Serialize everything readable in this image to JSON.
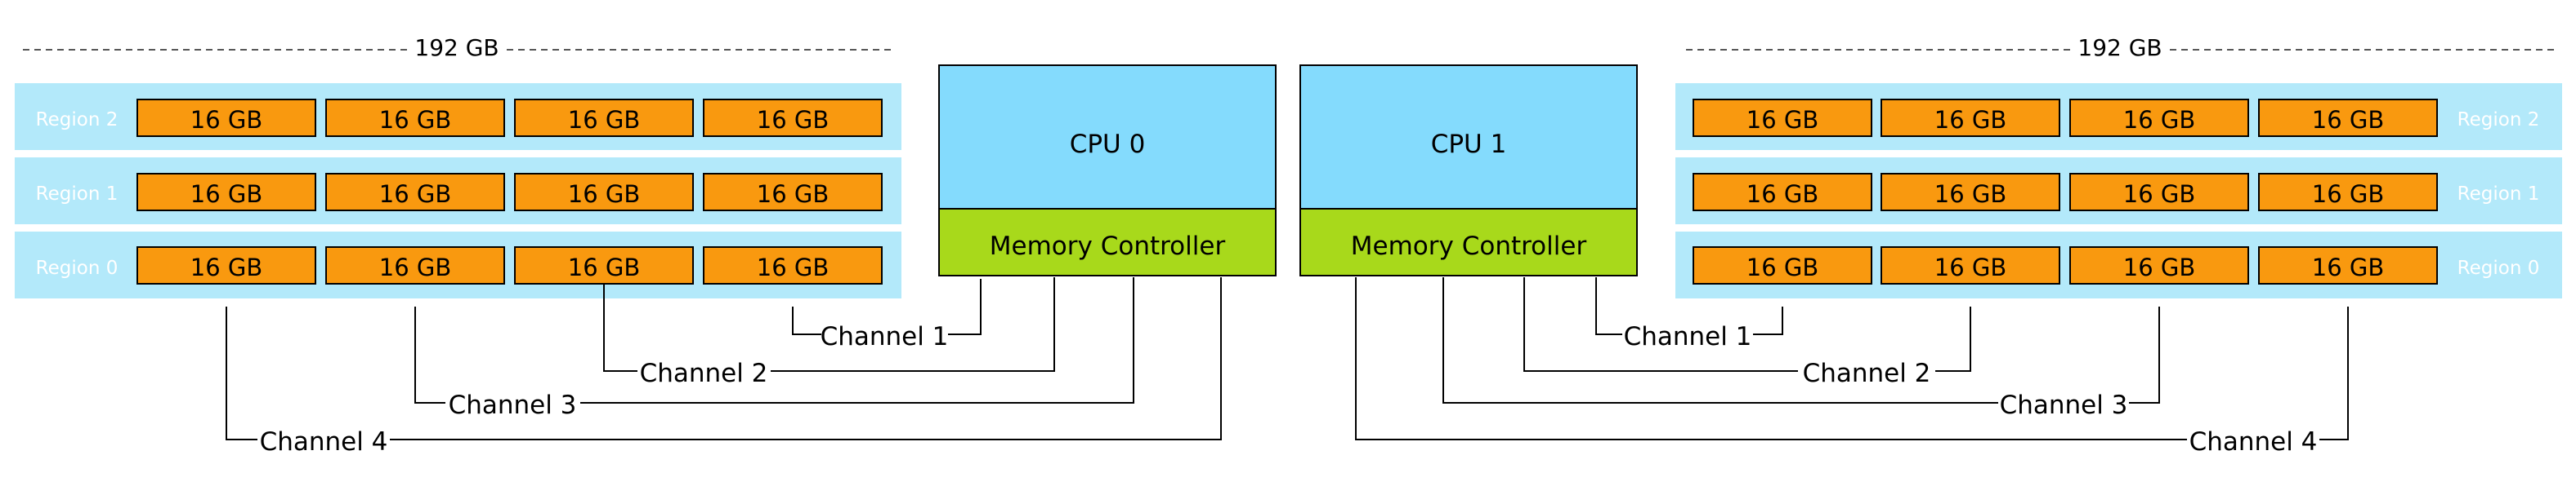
{
  "colors": {
    "region_band": "#b3e9fa",
    "dimm_fill": "#f9990f",
    "cpu_fill": "#84dbfd",
    "memory_controller_fill": "#a8d91b",
    "line": "#000000",
    "region_label": "#ffffff"
  },
  "left_node": {
    "capacity_label": "192 GB",
    "cpu_label": "CPU 0",
    "memory_controller_label": "Memory Controller",
    "regions": [
      {
        "label": "Region 2",
        "dimms": [
          "16 GB",
          "16 GB",
          "16 GB",
          "16 GB"
        ]
      },
      {
        "label": "Region 1",
        "dimms": [
          "16 GB",
          "16 GB",
          "16 GB",
          "16 GB"
        ]
      },
      {
        "label": "Region 0",
        "dimms": [
          "16 GB",
          "16 GB",
          "16 GB",
          "16 GB"
        ]
      }
    ],
    "channels": [
      "Channel 1",
      "Channel 2",
      "Channel 3",
      "Channel 4"
    ]
  },
  "right_node": {
    "capacity_label": "192 GB",
    "cpu_label": "CPU 1",
    "memory_controller_label": "Memory Controller",
    "regions": [
      {
        "label": "Region 2",
        "dimms": [
          "16 GB",
          "16 GB",
          "16 GB",
          "16 GB"
        ]
      },
      {
        "label": "Region 1",
        "dimms": [
          "16 GB",
          "16 GB",
          "16 GB",
          "16 GB"
        ]
      },
      {
        "label": "Region 0",
        "dimms": [
          "16 GB",
          "16 GB",
          "16 GB",
          "16 GB"
        ]
      }
    ],
    "channels": [
      "Channel 1",
      "Channel 2",
      "Channel 3",
      "Channel 4"
    ]
  }
}
